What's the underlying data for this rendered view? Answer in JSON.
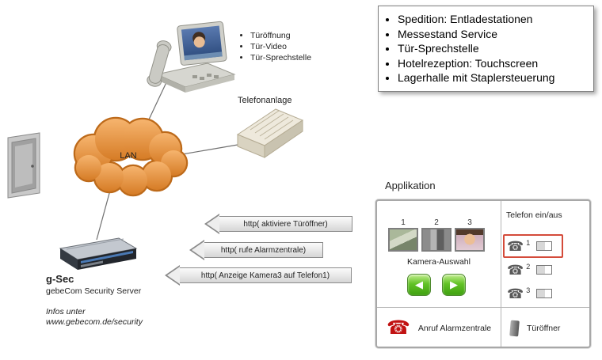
{
  "benefits_box": {
    "items": [
      "Spedition: Entladestationen",
      "Messestand Service",
      "Tür-Sprechstelle",
      "Hotelrezeption: Touchscreen",
      "Lagerhalle mit Staplersteuerung"
    ]
  },
  "phone_features": {
    "items": [
      "Türöffnung",
      "Tür-Video",
      "Tür-Sprechstelle"
    ]
  },
  "labels": {
    "telefonanlage": "Telefonanlage",
    "lan": "LAN",
    "gsec": "g-Sec",
    "server_subtitle": "gebeCom Security Server",
    "infos_line1": "Infos unter",
    "infos_line2": "www.gebecom.de/security",
    "applikation": "Applikation"
  },
  "http_arrows": [
    "http( aktiviere Türöffner)",
    "http( rufe Alarmzentrale)",
    "http( Anzeige Kamera3 auf Telefon1)"
  ],
  "app_panel": {
    "camera_numbers": [
      "1",
      "2",
      "3"
    ],
    "kamera_auswahl_label": "Kamera-Auswahl",
    "telefon_header": "Telefon  ein/aus",
    "phone_numbers": [
      "1",
      "2",
      "3"
    ],
    "anruf_label": "Anruf Alarmzentrale",
    "tueroeffner_label": "Türöffner"
  },
  "icons": {
    "phone": "☎",
    "prev": "◀",
    "next": "▶"
  },
  "colors": {
    "cloud_orange": "#d67c26",
    "button_green": "#3fa010",
    "alarm_red": "#c11212",
    "selection_red": "#d44b3a"
  }
}
